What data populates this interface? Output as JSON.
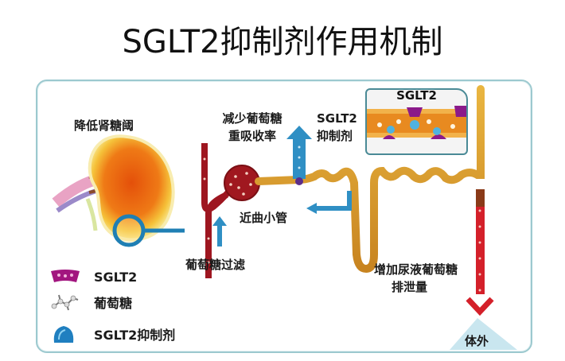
{
  "title": "SGLT2抑制剂作用机制",
  "labels": {
    "lower_threshold": "降低肾糖阈",
    "reduce_reabsorption_line1": "减少葡萄糖",
    "reduce_reabsorption_line2": "重吸收率",
    "inhibitor_line1": "SGLT2",
    "inhibitor_line2": "抑制剂",
    "proximal_tubule": "近曲小管",
    "glucose_filtration": "葡萄糖过滤",
    "increase_excretion_line1": "增加尿液葡萄糖",
    "increase_excretion_line2": "排泄量",
    "outside_body": "体外",
    "inset_title": "SGLT2"
  },
  "legend": [
    {
      "icon": "sglt2-transporter-icon",
      "label": "SGLT2"
    },
    {
      "icon": "glucose-molecule-icon",
      "label": "葡萄糖"
    },
    {
      "icon": "sglt2-inhibitor-icon",
      "label": "SGLT2抑制剂"
    }
  ],
  "colors": {
    "panel_border": "#9cc9cf",
    "kidney_orange": "#e8620e",
    "kidney_yellow": "#f6d34a",
    "blood_red": "#9e1620",
    "tubule_gold": "#d99a2b",
    "arrow_blue": "#2f8fc4",
    "urine_red": "#d4202a",
    "magnifier_blue": "#1f7fb4"
  }
}
